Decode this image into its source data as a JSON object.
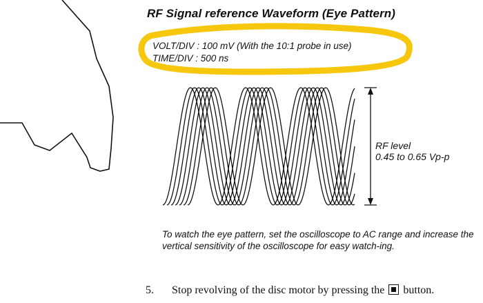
{
  "title": "RF Signal reference Waveform (Eye Pattern)",
  "settings": {
    "volt_div": "VOLT/DIV : 100 mV (With the 10:1 probe in use)",
    "time_div": "TIME/DIV : 500 ns"
  },
  "rf_level": {
    "label": "RF level",
    "range": "0.45 to 0.65 Vp-p"
  },
  "note": "To watch the eye pattern, set the oscilloscope to AC range and increase the vertical sensitivity of the oscilloscope for easy watch-ing.",
  "step": {
    "number": "5.",
    "text_before": "Stop revolving of the disc motor by pressing the",
    "button_icon": "stop-square-icon",
    "text_after": "button."
  },
  "colors": {
    "highlight": "#f5c400",
    "ink": "#111111"
  }
}
